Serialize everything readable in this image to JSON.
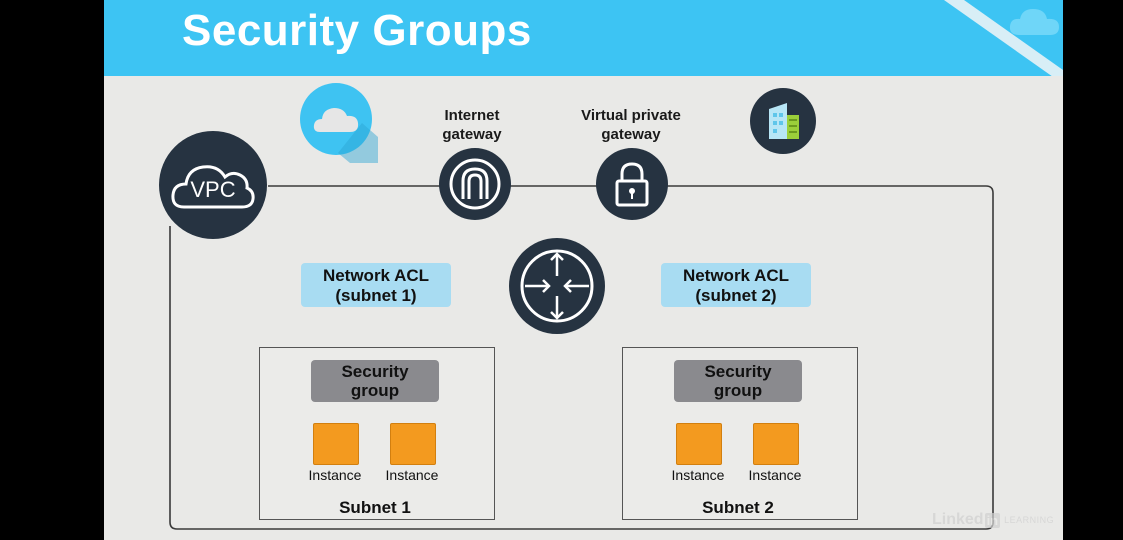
{
  "slide": {
    "title": "Security Groups"
  },
  "diagram": {
    "vpc_label": "VPC",
    "internet_gateway_label": "Internet gateway",
    "internet_gateway_lines": [
      "Internet",
      "gateway"
    ],
    "virtual_private_gateway_lines": [
      "Virtual private",
      "gateway"
    ],
    "network_acl_1_lines": [
      "Network ACL",
      "(subnet 1)"
    ],
    "network_acl_2_lines": [
      "Network ACL",
      "(subnet 2)"
    ],
    "security_group_lines": [
      "Security",
      "group"
    ],
    "instance_label": "Instance",
    "subnet_1_label": "Subnet 1",
    "subnet_2_label": "Subnet 2"
  },
  "watermark": {
    "brand": "Linked",
    "brand_in": "in",
    "suffix": "LEARNING"
  },
  "colors": {
    "header": "#3dc4f3",
    "slide_bg": "#e9e9e7",
    "node": "#263341",
    "acl": "#a8dcf2",
    "security_group": "#8a8a8e",
    "instance": "#f39a1f"
  }
}
